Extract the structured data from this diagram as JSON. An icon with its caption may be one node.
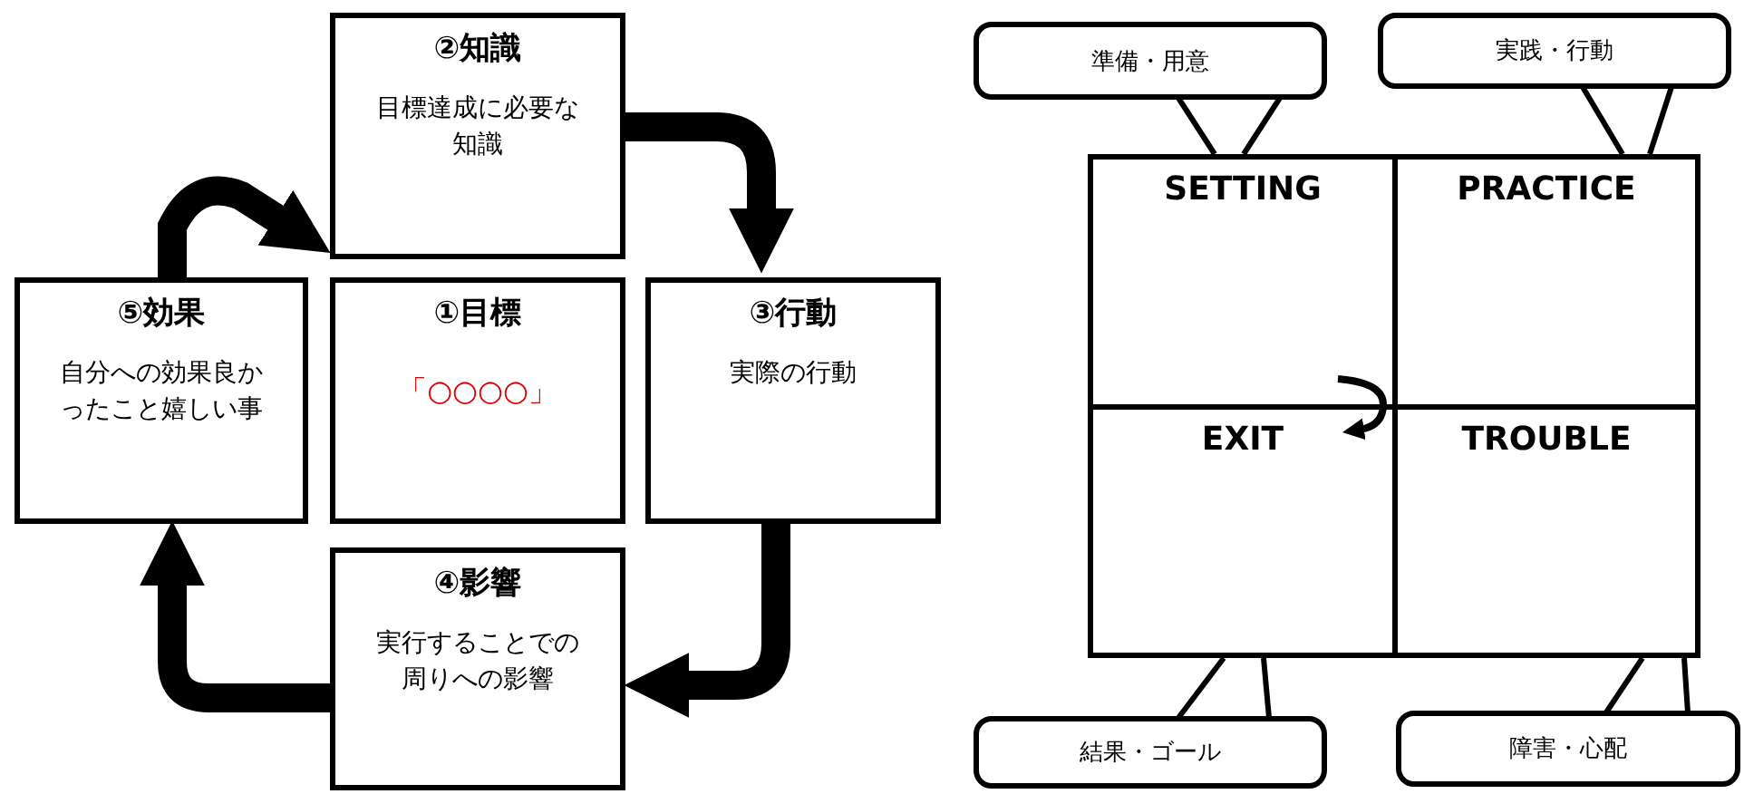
{
  "diagram": {
    "nodes": [
      {
        "text": [
          "②知識",
          "目標達成に必要な知識"
        ]
      },
      {
        "text": [
          "⑤効果",
          "自分への効果良かったこと嬉しい事"
        ]
      },
      {
        "text": [
          "①目標",
          "「○○○○」"
        ]
      },
      {
        "text": [
          "③行動",
          "実際の行動"
        ]
      },
      {
        "text": [
          "④影響",
          "実行することでの周りへの影響"
        ]
      },
      {
        "text": [
          "SETTING"
        ]
      },
      {
        "text": [
          "PRACTICE"
        ]
      },
      {
        "text": [
          "EXIT"
        ]
      },
      {
        "text": [
          "TROUBLE"
        ]
      },
      {
        "text": [
          "準備・用意"
        ]
      },
      {
        "text": [
          "実践・行動"
        ]
      },
      {
        "text": [
          "結果・ゴール"
        ]
      },
      {
        "text": [
          "障害・心配"
        ]
      }
    ],
    "edges": [
      {
        "from": 0,
        "to": 3,
        "arrow": "to",
        "style": "thick"
      },
      {
        "from": 3,
        "to": 4,
        "arrow": "to",
        "style": "thick"
      },
      {
        "from": 4,
        "to": 1,
        "arrow": "to",
        "style": "thick"
      },
      {
        "from": 1,
        "to": 0,
        "arrow": "to",
        "style": "thick"
      },
      {
        "from": 5,
        "to": 7,
        "arrow": "to"
      },
      {
        "from": 9,
        "to": 5,
        "arrow": "none"
      },
      {
        "from": 10,
        "to": 6,
        "arrow": "none"
      },
      {
        "from": 11,
        "to": 7,
        "arrow": "none"
      },
      {
        "from": 12,
        "to": 8,
        "arrow": "none"
      }
    ]
  }
}
